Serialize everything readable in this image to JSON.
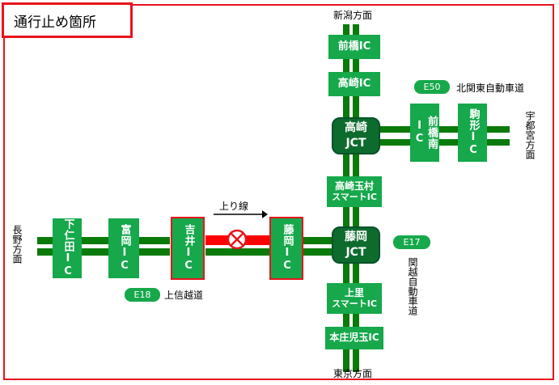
{
  "title": "通行止め箇所",
  "directions": {
    "north": "新潟方面",
    "south": "東京方面",
    "west": "長野方面",
    "east": "宇都宮方面"
  },
  "routes": {
    "e50_code": "E50",
    "e50_name": "北関東自動車道",
    "e17_code": "E17",
    "e17_name": "関越自動車道",
    "e18_code": "E18",
    "e18_name": "上信越道"
  },
  "interchanges": {
    "maebashi": "前橋IC",
    "takasaki": "高崎IC",
    "maebashi_minami": "前橋南IC",
    "komagata": "駒形IC",
    "takasaki_tamamura_1": "高崎玉村",
    "takasaki_tamamura_2": "スマートIC",
    "kamisato_1": "上里",
    "kamisato_2": "スマートIC",
    "honjo_kodama": "本庄児玉IC",
    "shimonita": "下仁田IC",
    "tomioka": "富岡IC",
    "yoshii": "吉井IC",
    "fujioka": "藤岡IC"
  },
  "junctions": {
    "takasaki_jct_1": "高崎",
    "takasaki_jct_2": "JCT",
    "fujioka_jct_1": "藤岡",
    "fujioka_jct_2": "JCT"
  },
  "closure": {
    "direction_label": "上り線",
    "colors": {
      "closed": "#ff0000",
      "road": "#0a7a0a",
      "ic": "#16a84b",
      "jct": "#0e6b2e"
    }
  }
}
